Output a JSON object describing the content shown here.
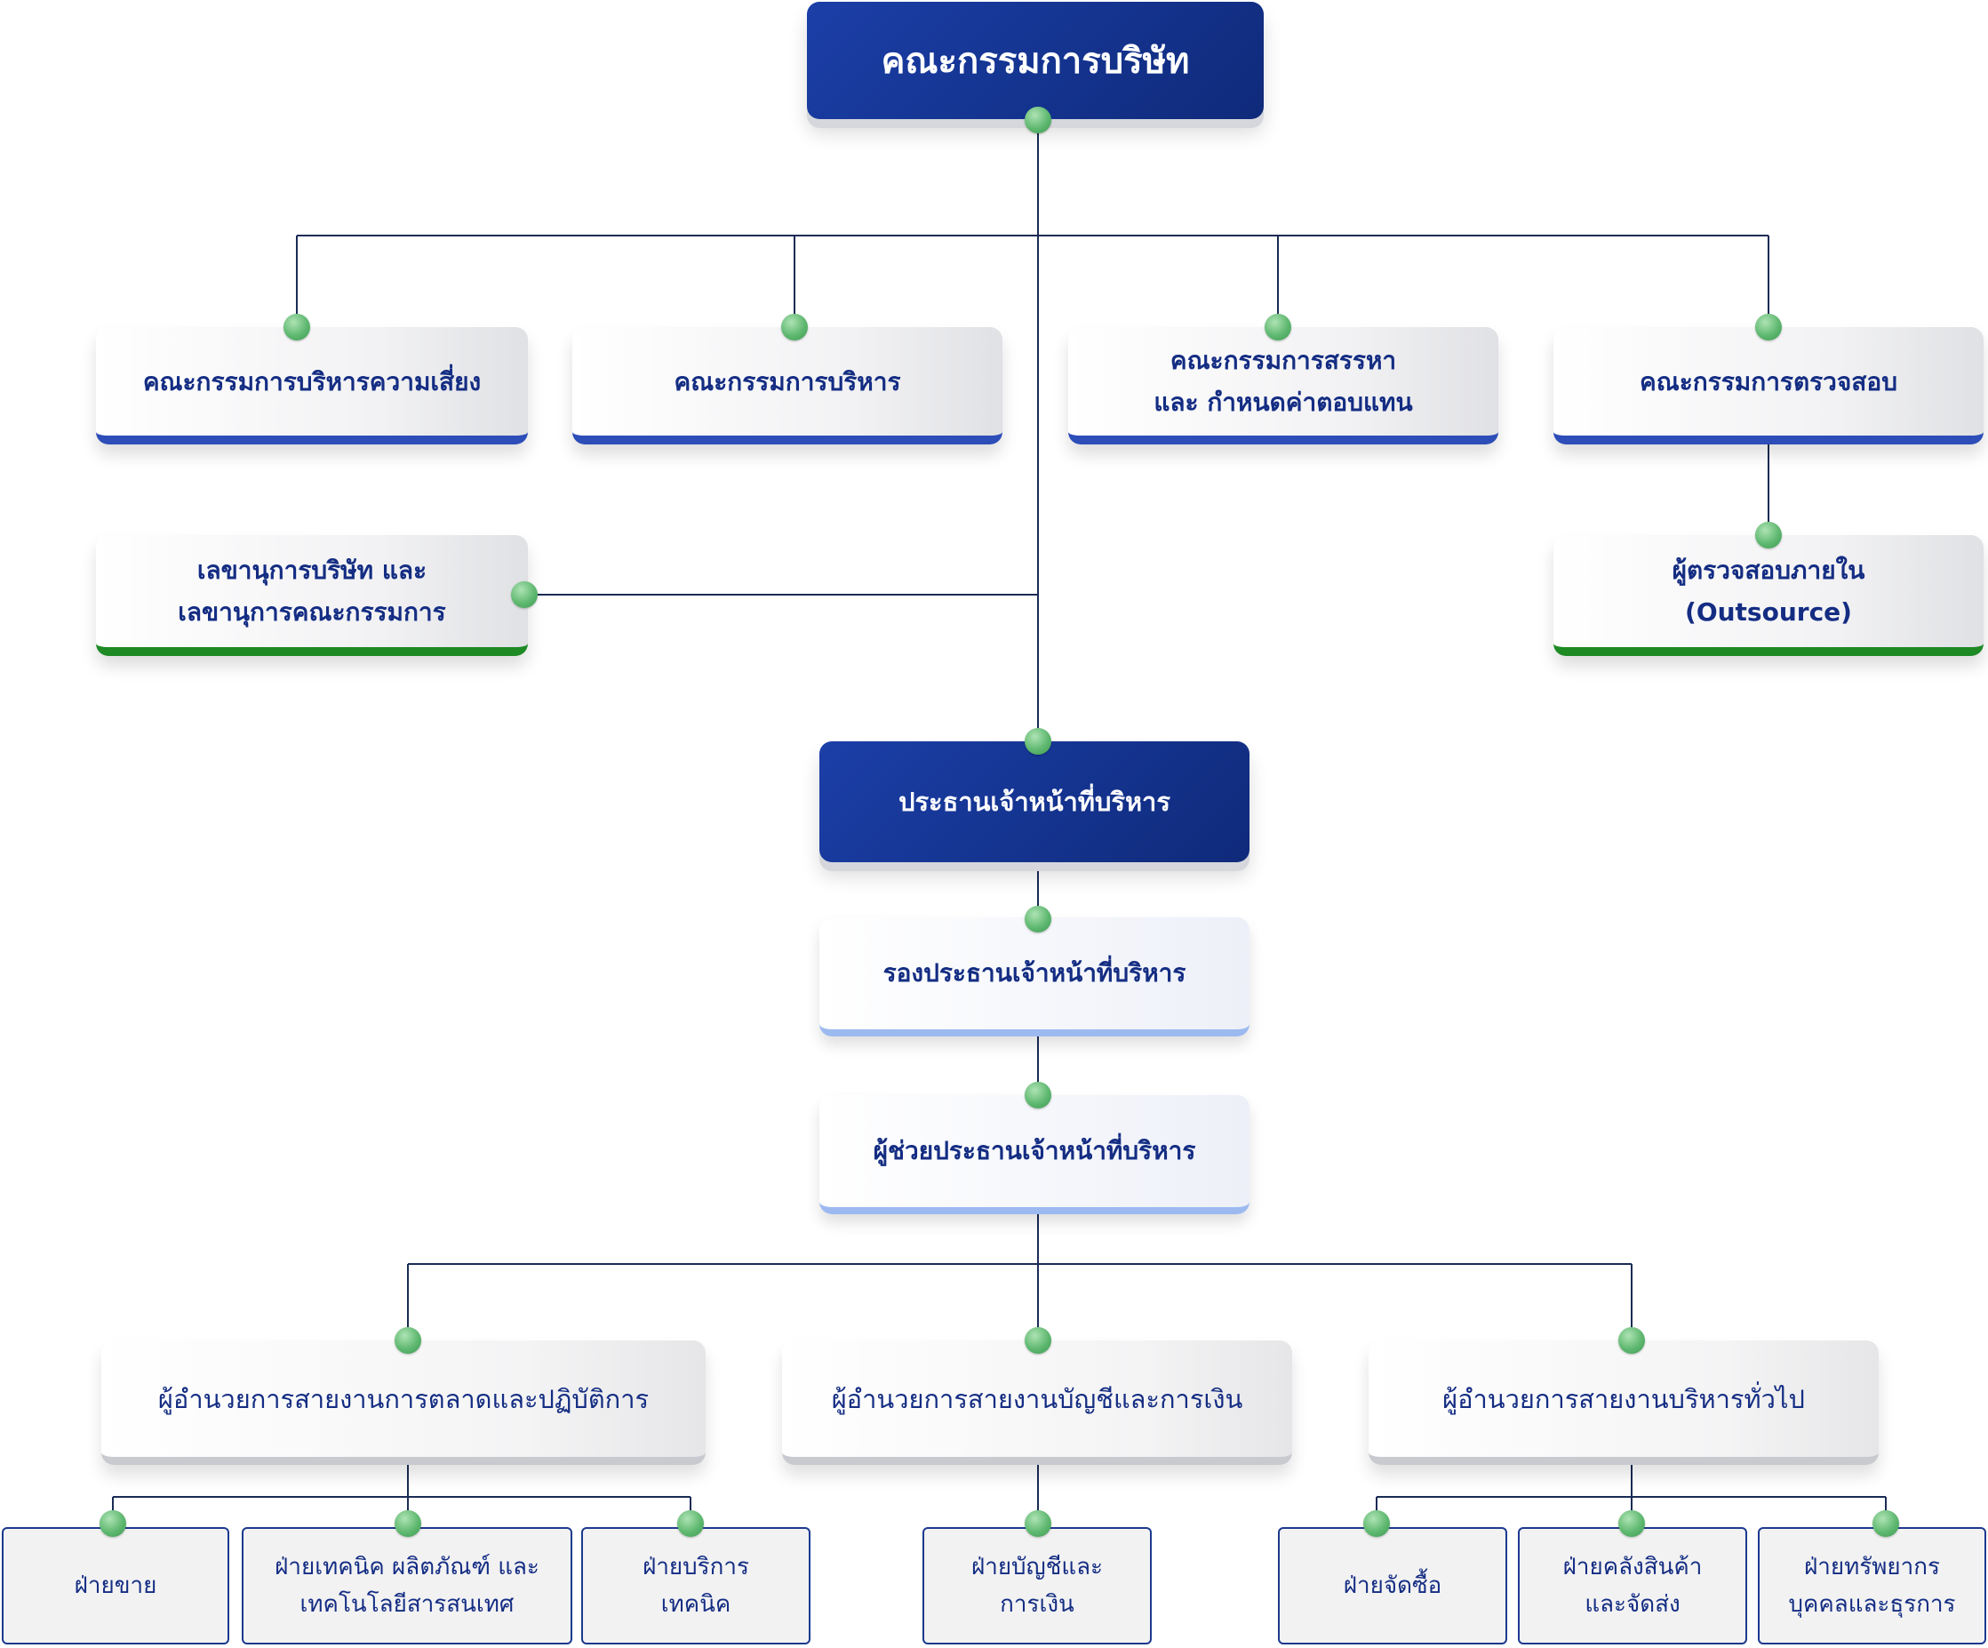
{
  "board": "คณะกรรมการบริษัท",
  "committees": {
    "risk": "คณะกรรมการบริหารความเสี่ยง",
    "executive": "คณะกรรมการบริหาร",
    "nomination": "คณะกรรมการสรรหา\nและ กำหนดค่าตอบแทน",
    "audit": "คณะกรรมการตรวจสอบ"
  },
  "secretary": "เลขานุการบริษัท และ\nเลขานุการคณะกรรมการ",
  "internal_audit": "ผู้ตรวจสอบภายใน\n(Outsource)",
  "ceo": "ประธานเจ้าหน้าที่บริหาร",
  "deputy_ceo": "รองประธานเจ้าหน้าที่บริหาร",
  "assistant_ceo": "ผู้ช่วยประธานเจ้าหน้าที่บริหาร",
  "directors": {
    "marketing": "ผู้อำนวยการสายงานการตลาดและปฏิบัติการ",
    "finance": "ผู้อำนวยการสายงานบัญชีและการเงิน",
    "admin": "ผู้อำนวยการสายงานบริหารทั่วไป"
  },
  "departments": {
    "sales": "ฝ่ายขาย",
    "tech_product": "ฝ่ายเทคนิค ผลิตภัณฑ์ และ\nเทคโนโลยีสารสนเทศ",
    "tech_service": "ฝ่ายบริการ\nเทคนิค",
    "accounting": "ฝ่ายบัญชีและ\nการเงิน",
    "procurement": "ฝ่ายจัดซื้อ",
    "warehouse": "ฝ่ายคลังสินค้า\nและจัดส่ง",
    "hr": "ฝ่ายทรัพยากร\nบุคคลและธุรการ"
  },
  "colors": {
    "dark_blue": "#1b3fa8",
    "text_navy": "#142d83",
    "line": "#1a2b55",
    "dot_green": "#5fb870"
  }
}
